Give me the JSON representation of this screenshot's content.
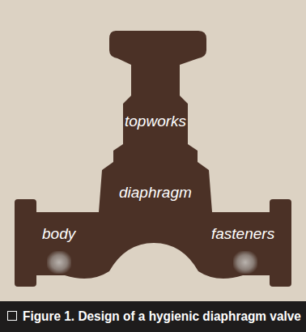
{
  "diagram": {
    "caption": "Figure 1. Design of a hygienic diaphragm valve",
    "labels": [
      "topworks",
      "diaphragm",
      "body",
      "fasteners"
    ]
  }
}
